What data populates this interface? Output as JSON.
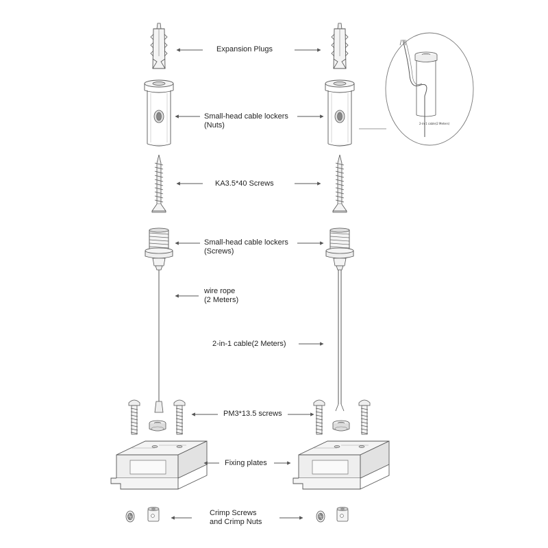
{
  "labels": {
    "expansion_plugs": "Expansion Plugs",
    "cable_lockers_nuts_1": "Small-head cable lockers",
    "cable_lockers_nuts_2": "(Nuts)",
    "screws_ka": "KA3.5*40 Screws",
    "cable_lockers_screws_1": "Small-head cable lockers",
    "cable_lockers_screws_2": "(Screws)",
    "wire_rope_1": "wire rope",
    "wire_rope_2": "(2 Meters)",
    "two_in_one_cable": "2-in-1 cable(2 Meters)",
    "pm_screws": "PM3*13.5 screws",
    "fixing_plates": "Fixing plates",
    "crimp_1": "Crimp Screws",
    "crimp_2": "and Crimp Nuts",
    "detail_caption": "2-in-1 cable(2 Meters)"
  },
  "colors": {
    "stroke": "#555555",
    "light_fill": "#f2f2f2",
    "mid_fill": "#d9d9d9",
    "text": "#222222"
  }
}
